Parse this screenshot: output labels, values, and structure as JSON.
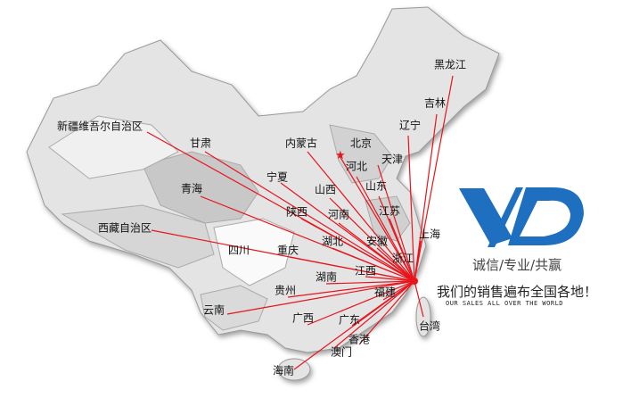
{
  "map": {
    "provinces": [
      "黑龙江",
      "吉林",
      "辽宁",
      "北京",
      "天津",
      "河北",
      "山东",
      "内蒙古",
      "新疆维吾尔自治区",
      "甘肃",
      "宁夏",
      "青海",
      "山西",
      "陕西",
      "河南",
      "江苏",
      "上海",
      "安徽",
      "湖北",
      "西藏自治区",
      "四川",
      "重庆",
      "浙江",
      "江西",
      "湖南",
      "贵州",
      "福建",
      "云南",
      "广西",
      "广东",
      "香港",
      "台湾",
      "澳门",
      "海南"
    ]
  },
  "brand": {
    "slogan": "诚信/专业/共赢",
    "headline": "我们的销售遍布全国各地！",
    "subline": "OUR SALES ALL OVER THE WORLD",
    "logo_color": "#1e6fc0"
  },
  "colors": {
    "line": "#e8141c",
    "map_light": "#ececec",
    "map_dark": "#c4c4c4"
  }
}
